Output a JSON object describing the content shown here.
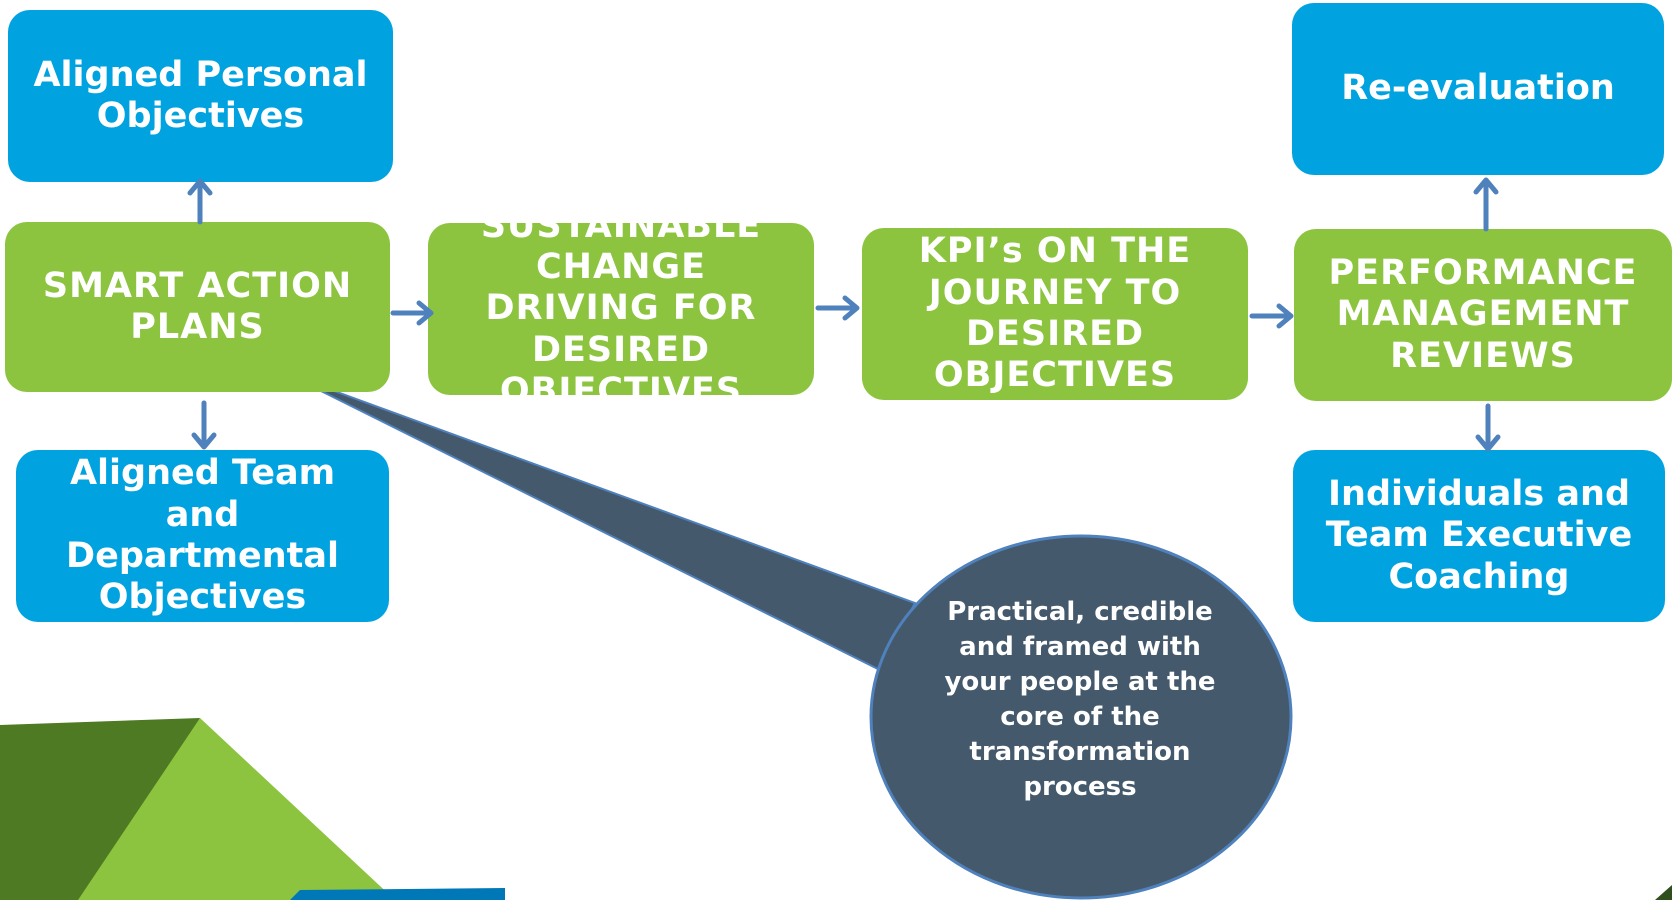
{
  "colors": {
    "blue_box": "#00a3e0",
    "green_box": "#8cc43f",
    "arrow": "#4f81bd",
    "callout": "#44596b",
    "dark_green": "#4d7a22",
    "light_green": "#8cc43f"
  },
  "nodes": {
    "aligned_personal": "Aligned Personal Objectives",
    "smart_action": "SMART ACTION PLANS",
    "aligned_team": "Aligned Team and Departmental Objectives",
    "sustainable_change": "SUSTAINABLE CHANGE DRIVING FOR  DESIRED OBJECTIVES",
    "kpis": "KPI’s ON THE JOURNEY TO DESIRED OBJECTIVES",
    "performance_reviews": "PERFORMANCE MANAGEMENT REVIEWS",
    "re_evaluation": "Re-evaluation",
    "coaching": "Individuals and Team Executive Coaching"
  },
  "callout": {
    "text": "Practical, credible and framed with your people at the core of the transformation process"
  }
}
